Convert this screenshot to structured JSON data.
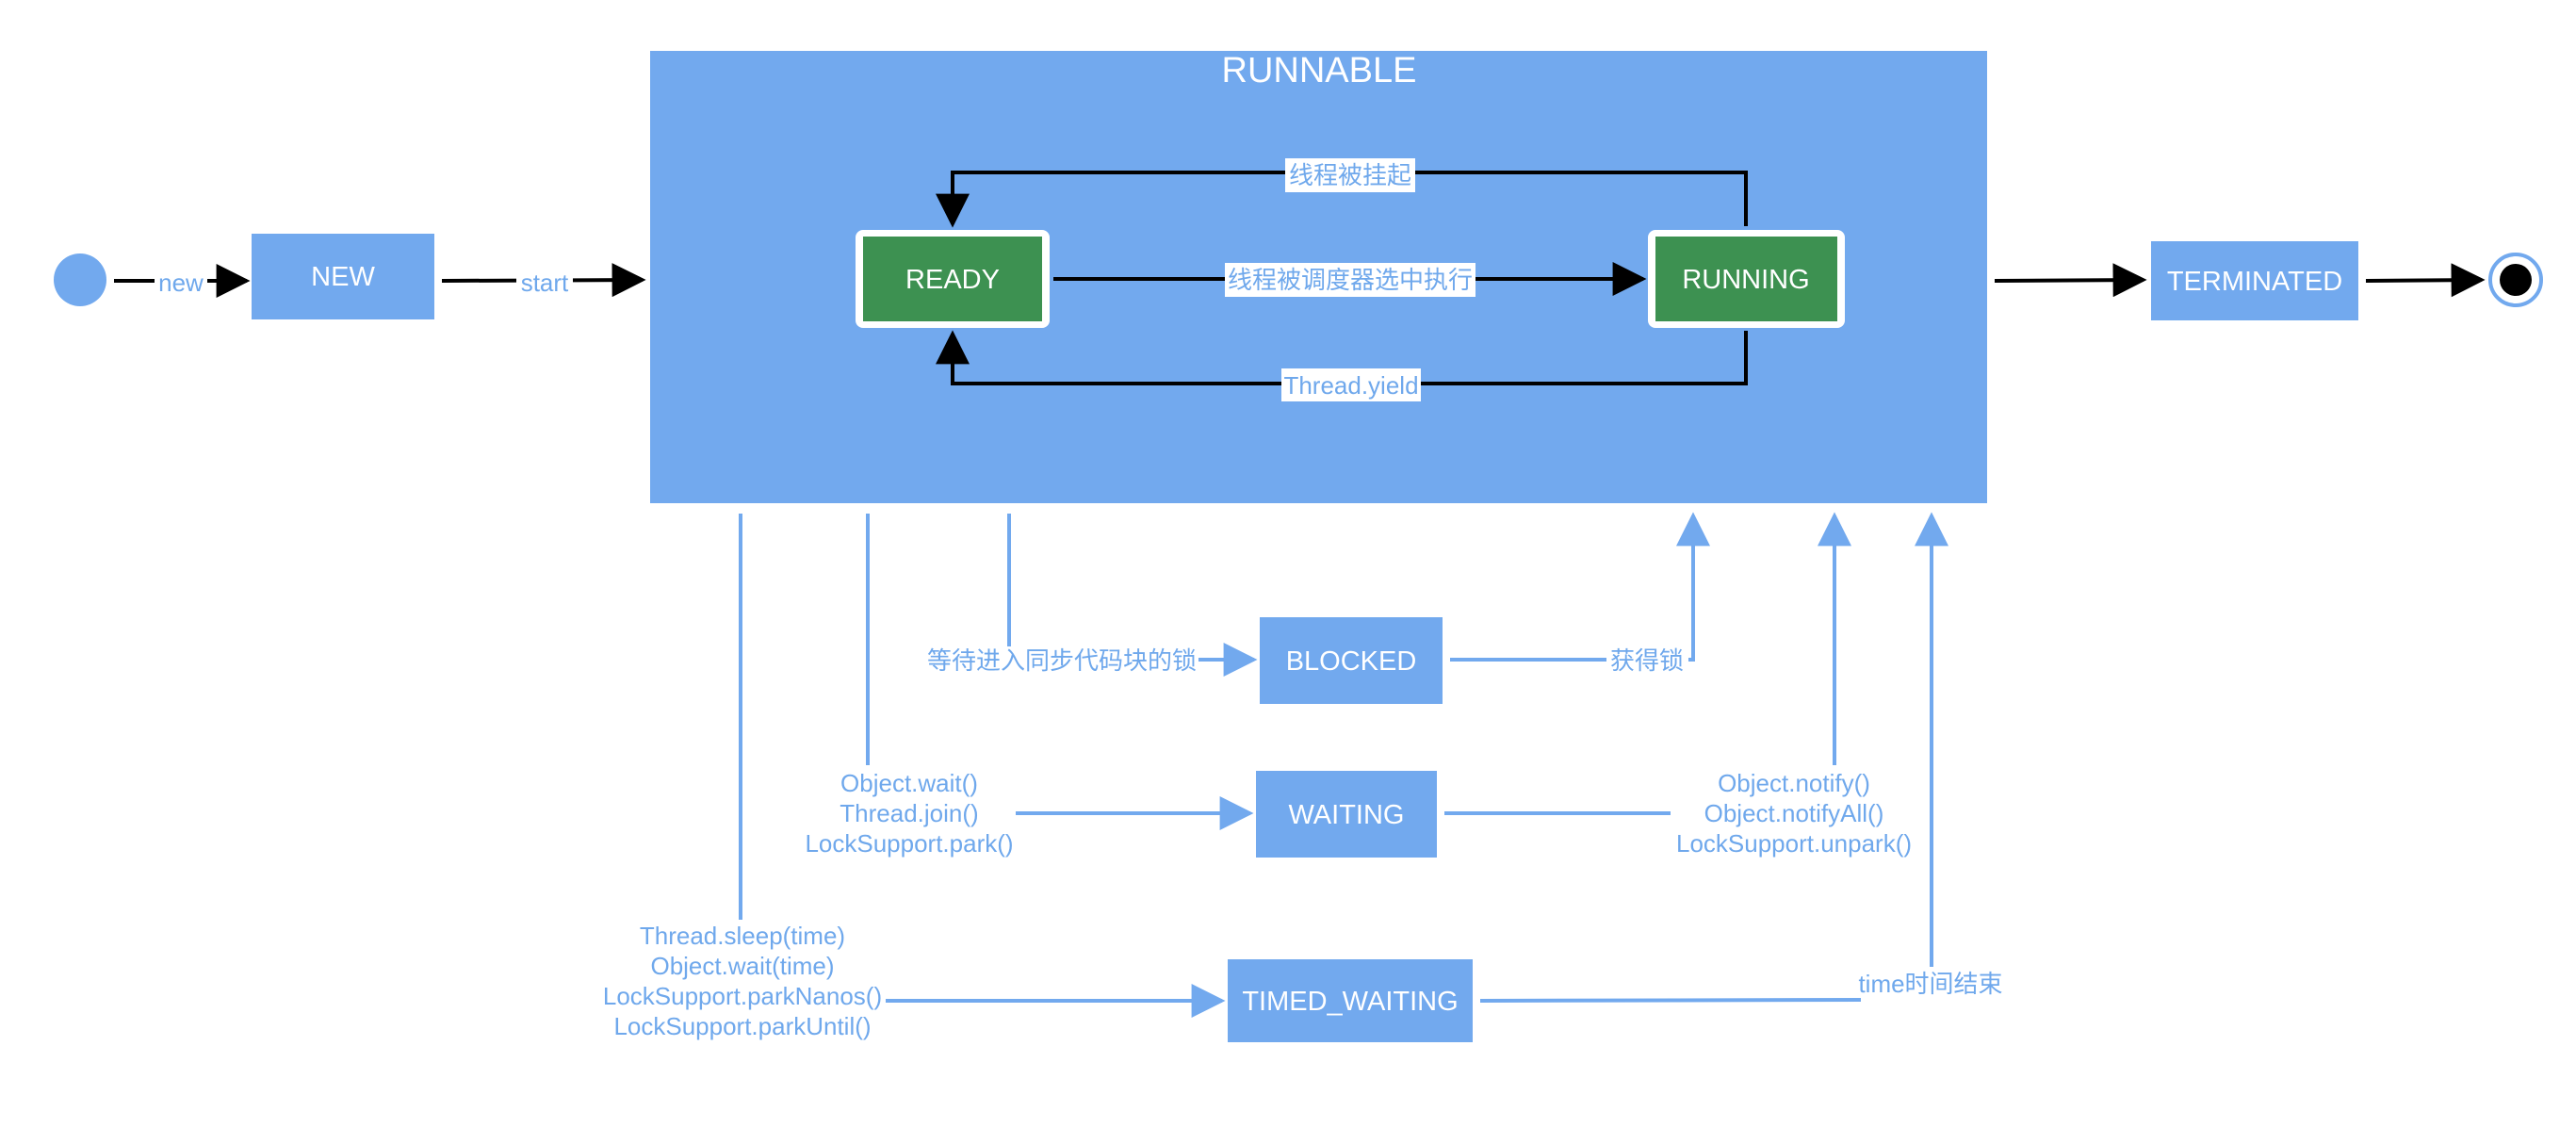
{
  "colors": {
    "state_fill": "#72a9ee",
    "inner_state_fill": "#3d9151",
    "inner_state_border": "#ffffff",
    "arrow_dark": "#000000",
    "arrow_light": "#72a9ee",
    "label_color": "#6fa8ec"
  },
  "states": {
    "new": "NEW",
    "runnable": "RUNNABLE",
    "ready": "READY",
    "running": "RUNNING",
    "terminated": "TERMINATED",
    "blocked": "BLOCKED",
    "waiting": "WAITING",
    "timed_waiting": "TIMED_WAITING"
  },
  "transitions": {
    "new": "new",
    "start": "start",
    "suspended": "线程被挂起",
    "scheduled": "线程被调度器选中执行",
    "yield": "Thread.yield",
    "wait_sync_lock": "等待进入同步代码块的锁",
    "got_lock": "获得锁",
    "to_waiting": [
      "Object.wait()",
      "Thread.join()",
      "LockSupport.park()"
    ],
    "from_waiting": [
      "Object.notify()",
      "Object.notifyAll()",
      "LockSupport.unpark()"
    ],
    "to_timed_waiting": [
      "Thread.sleep(time)",
      "Object.wait(time)",
      "LockSupport.parkNanos()",
      "LockSupport.parkUntil()"
    ],
    "time_end": "time时间结束"
  }
}
